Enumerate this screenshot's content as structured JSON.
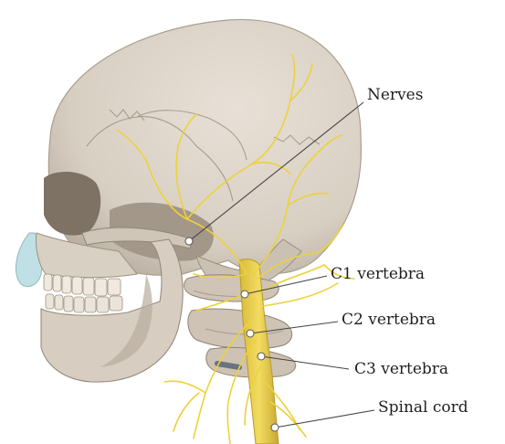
{
  "labels": {
    "nerves": "Nerves",
    "c1": "C1 vertebra",
    "c2": "C2 vertebra",
    "c3": "C3 vertebra",
    "spinal_cord": "Spinal cord"
  },
  "colors": {
    "bone": "#dcd3c7",
    "bone_shadow": "#b7ab9c",
    "bone_dark": "#8f8375",
    "nerve": "#ecd23a",
    "cartilage": "#bfe0e4",
    "leader": "#444444",
    "marker": "#ffffff"
  }
}
